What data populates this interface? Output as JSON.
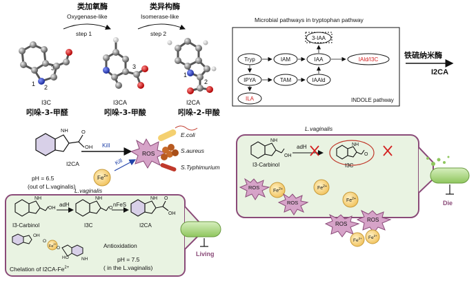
{
  "top": {
    "cn_oxygenase": "类加氧酶",
    "oxygenase_like": "Oxygenase-like",
    "step1": "step 1",
    "cn_isomerase": "类异构酶",
    "isomerase_like": "Isomerase-like",
    "step2": "step 2",
    "mol1_label": "I3C",
    "mol1_cn": "吲哚-3-甲醛",
    "mol2_label": "I3CA",
    "mol2_cn": "吲哚-3-甲酸",
    "mol3_label": "I2CA",
    "mol3_cn": "吲哚-2-甲酸",
    "atom_labels": {
      "n1": "1",
      "n2": "2",
      "n3": "3"
    }
  },
  "pathway": {
    "title": "Microbial pathways in tryptophan pathway",
    "nodes": {
      "tryp": "Tryp",
      "iam": "IAM",
      "iaa": "IAA",
      "iald": "IAld/I3C",
      "three_iaa": "3-IAA",
      "ipya": "IPYA",
      "tam": "TAM",
      "iaald": "IAAld",
      "ila": "ILA"
    },
    "footer": "INDOLE pathway",
    "enzyme_cn": "铁硫纳米酶",
    "product": "I2CA"
  },
  "left": {
    "i2ca": "I2CA",
    "kill1": "Kill",
    "kill2": "Kill",
    "ros": "ROS",
    "fe": "Fe",
    "fe_sup": "2+",
    "ecoli": "E.coli",
    "saureus": "S.aureus",
    "styph": "S.Typhimurium",
    "ph_line1": "pH = 6.5",
    "ph_line2": "(out of L.vaginalis)",
    "lv_label": "L.vaginalis",
    "box": {
      "i3carbinol": "I3-Carbinol",
      "adh": "adH",
      "i3c": "I3C",
      "nfes": "nFeS",
      "i2ca": "I2CA",
      "chelation": "Chelation of I2CA-Fe",
      "chel_sup": "2+",
      "antiox": "Antioxidation",
      "ph1": "pH = 7.5",
      "ph2": "( in the L.vaginalis)",
      "living": "Living",
      "fe_small": "Fe",
      "fe_small_sup": "2+"
    }
  },
  "right": {
    "lv_label": "L.vaginalis",
    "i3carbinol": "I3-Carbinol",
    "adh": "adH",
    "i3c": "I3C",
    "ros": "ROS",
    "fe": "Fe",
    "fe_sup": "2+",
    "die": "Die"
  },
  "colors": {
    "red": "#d42020",
    "purple": "#8a4a78",
    "green_fill": "#e9f3e2",
    "bacteria_green": "#a7d37a",
    "fe_fill": "#f7d98a",
    "ros_fill": "#d6a3c8",
    "teal": "#1aa6a6"
  }
}
